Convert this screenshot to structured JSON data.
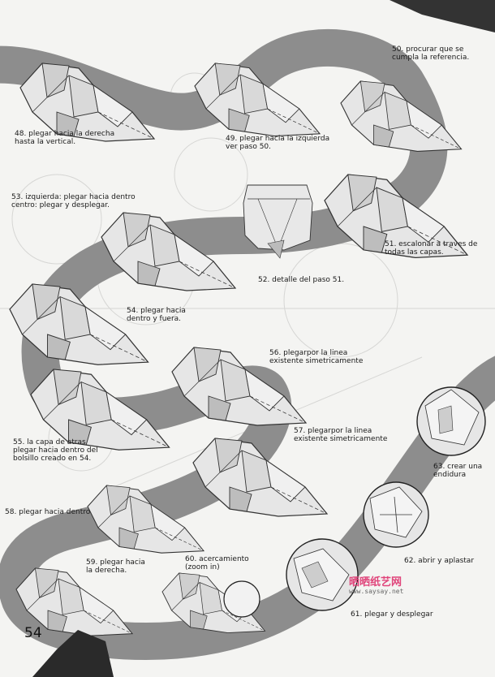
{
  "page_number": "54",
  "watermark": {
    "brand": "晒晒纸艺网",
    "url": "www.saysay.net"
  },
  "steps": [
    {
      "id": "48",
      "text": "48. plegar hacia la derecha\nhasta la vertical."
    },
    {
      "id": "49",
      "text": "49. plegar hacia la izquierda\nver paso 50."
    },
    {
      "id": "50",
      "text": "50. procurar que se\ncumpla la referencia."
    },
    {
      "id": "51",
      "text": "51. escalonar a traves de\ntodas las capas."
    },
    {
      "id": "52",
      "text": "52. detalle del paso 51."
    },
    {
      "id": "53",
      "text": "53. izquierda: plegar hacia dentro\ncentro: plegar y desplegar."
    },
    {
      "id": "54",
      "text": "54. plegar hacia\ndentro y fuera."
    },
    {
      "id": "55",
      "text": "55. la capa de atras\nplegar hacia dentro del\nbolsillo creado en 54."
    },
    {
      "id": "56",
      "text": "56. plegarpor la linea\nexistente simetricamente"
    },
    {
      "id": "57",
      "text": "57. plegarpor la linea\nexistente simetricamente"
    },
    {
      "id": "58",
      "text": "58. plegar hacia dentro"
    },
    {
      "id": "59",
      "text": "59. plegar hacia\nla derecha."
    },
    {
      "id": "60",
      "text": "60. acercamiento\n(zoom in)"
    },
    {
      "id": "61",
      "text": "61. plegar y desplegar"
    },
    {
      "id": "62",
      "text": "62. abrir y aplastar"
    },
    {
      "id": "63",
      "text": "63. crear una\nendidura"
    }
  ]
}
